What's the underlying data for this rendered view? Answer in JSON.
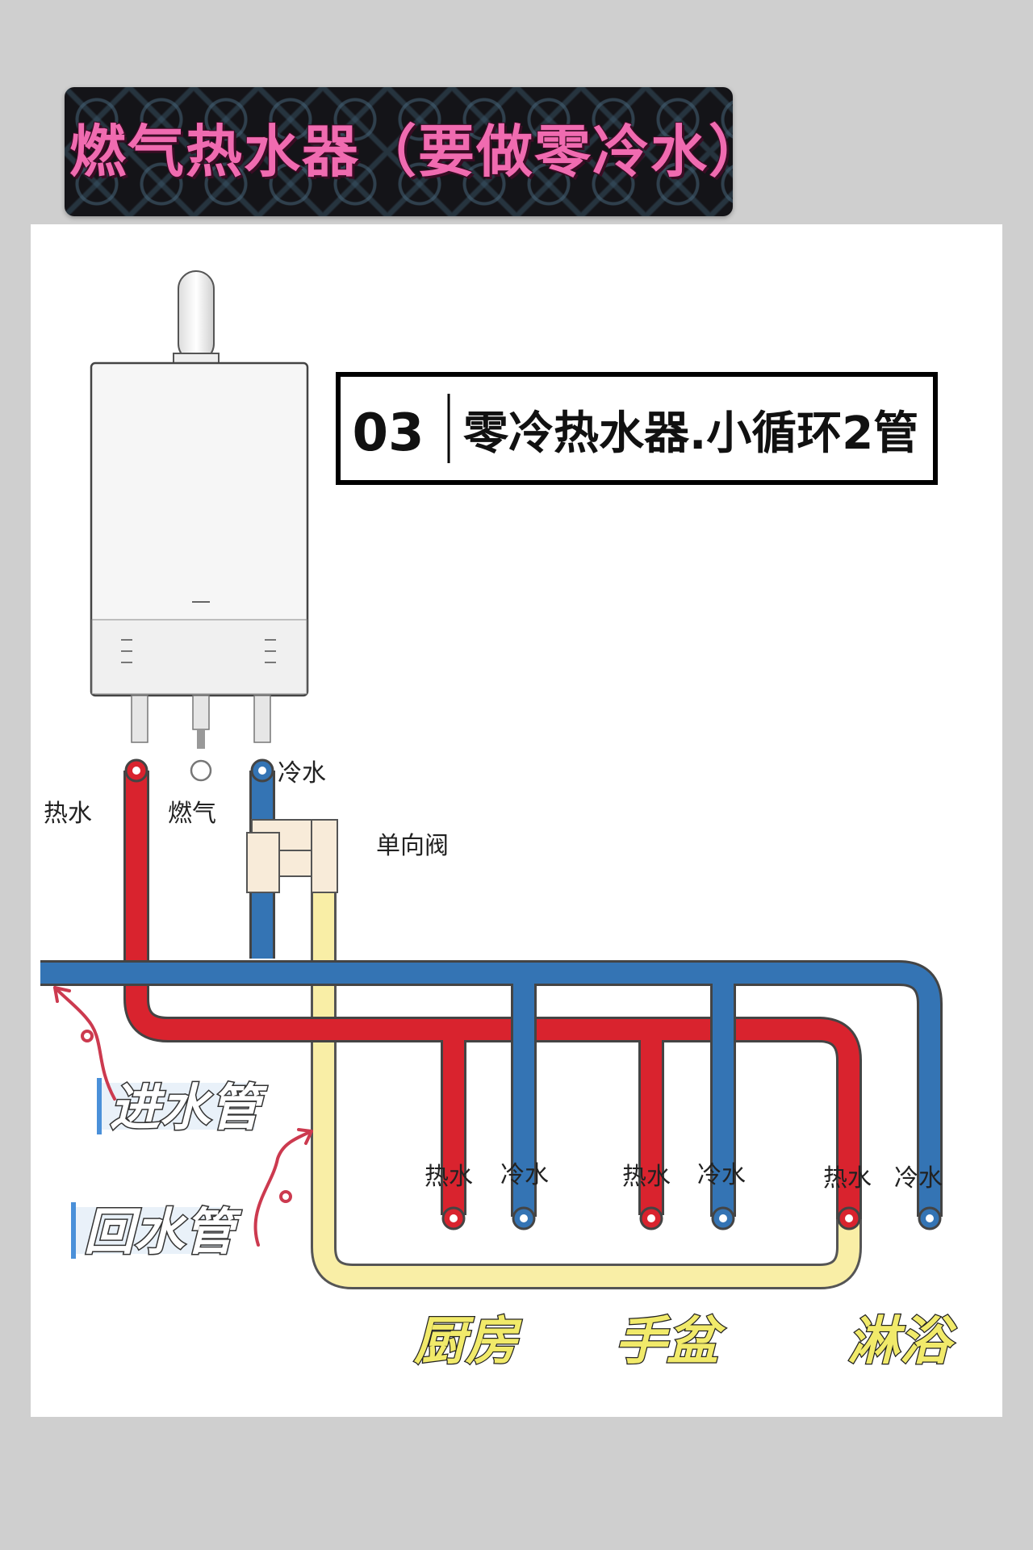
{
  "header": {
    "title": "燃气热水器（要做零冷水）"
  },
  "diagram": {
    "section_number": "03",
    "section_title": "零冷热水器.小循环2管",
    "heater_labels": {
      "hot": "热水",
      "gas": "燃气",
      "cold": "冷水"
    },
    "check_valve_label": "单向阀",
    "inlet_pipe_label": "进水管",
    "return_pipe_label": "回水管",
    "fixtures": [
      {
        "name": "厨房",
        "hot": "热水",
        "cold": "冷水"
      },
      {
        "name": "手盆",
        "hot": "热水",
        "cold": "冷水"
      },
      {
        "name": "淋浴",
        "hot": "热水",
        "cold": "冷水"
      }
    ]
  },
  "colors": {
    "hot_pipe": "#d9232e",
    "cold_pipe": "#3474b4",
    "return_pipe": "#f9eea6",
    "valve": "#f8ebd9",
    "arrow": "#cc3a4f",
    "fixture_label": "#f1ea6a",
    "pipe_tag": "#4a90d9"
  }
}
